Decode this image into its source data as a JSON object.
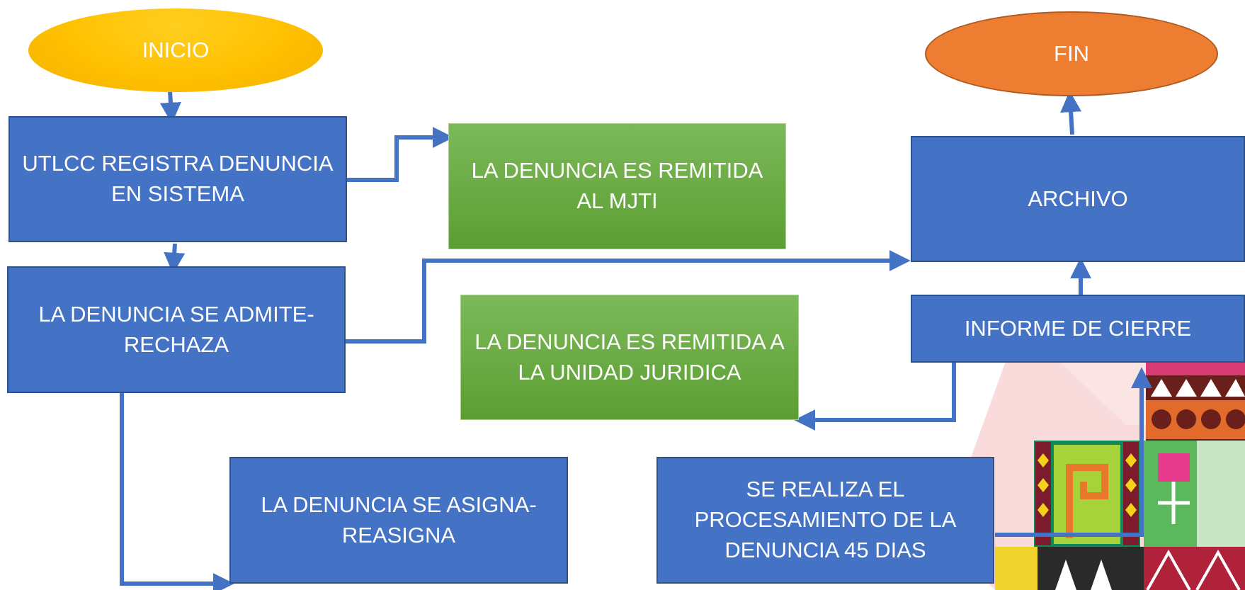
{
  "nodes": {
    "inicio": "INICIO",
    "fin": "FIN",
    "registra": "UTLCC  REGISTRA DENUNCIA EN SISTEMA",
    "remitida_mjti": "LA DENUNCIA ES REMITIDA AL MJTI",
    "archivo": "ARCHIVO",
    "admite": "LA DENUNCIA SE ADMITE-RECHAZA",
    "remitida_juridica": "LA DENUNCIA ES REMITIDA A LA UNIDAD JURIDICA",
    "informe": "INFORME DE CIERRE",
    "asigna": "LA DENUNCIA SE ASIGNA-REASIGNA",
    "procesamiento": "SE REALIZA EL PROCESAMIENTO DE LA DENUNCIA 45 DIAS"
  },
  "colors": {
    "process_blue": "#4472c4",
    "decision_green": "#70ad47",
    "start_yellow": "#ffc000",
    "end_orange": "#ed7d31",
    "connector": "#4472c4"
  }
}
